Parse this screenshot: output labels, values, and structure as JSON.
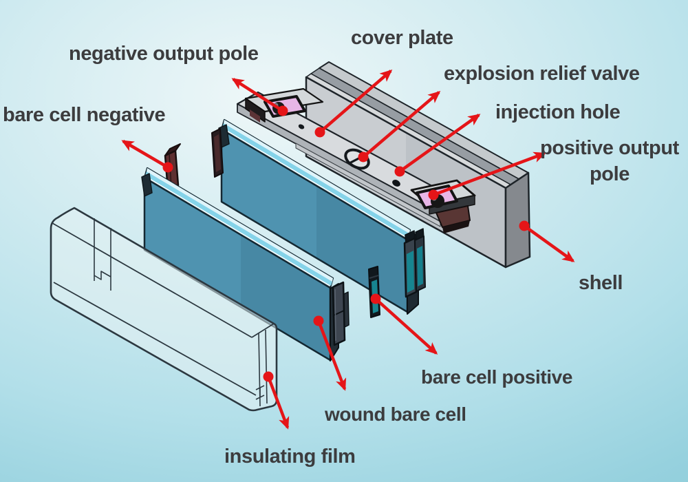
{
  "labels": {
    "negative_output_pole": "negative output pole",
    "cover_plate": "cover plate",
    "explosion_relief_valve": "explosion relief valve",
    "injection_hole": "injection hole",
    "positive_output_pole": "positive output pole",
    "shell": "shell",
    "bare_cell_negative": "bare cell negative",
    "bare_cell_positive": "bare cell positive",
    "wound_bare_cell": "wound bare cell",
    "insulating_film": "insulating film"
  },
  "colors": {
    "arrow_red": "#e51518",
    "label_text": "#3c3c3e",
    "cell_body_blue": "#4f93b0",
    "cell_stripe_cyan": "#85d3e9",
    "cell_stripe_white": "#f2fafc",
    "terminal_pad_pink": "#e7b6e6",
    "tab_teal": "#178590",
    "negative_tab_maroon": "#5e3031",
    "shell_front_gray": "#c9cdd1",
    "shell_side_gray": "#85898e",
    "plate_gray": "#d8dbde",
    "flange_brown": "#593634",
    "film_fill": "rgba(228,240,242,0.55)",
    "background_center": "#edf6f7",
    "background_edge": "#8ccbd8"
  }
}
